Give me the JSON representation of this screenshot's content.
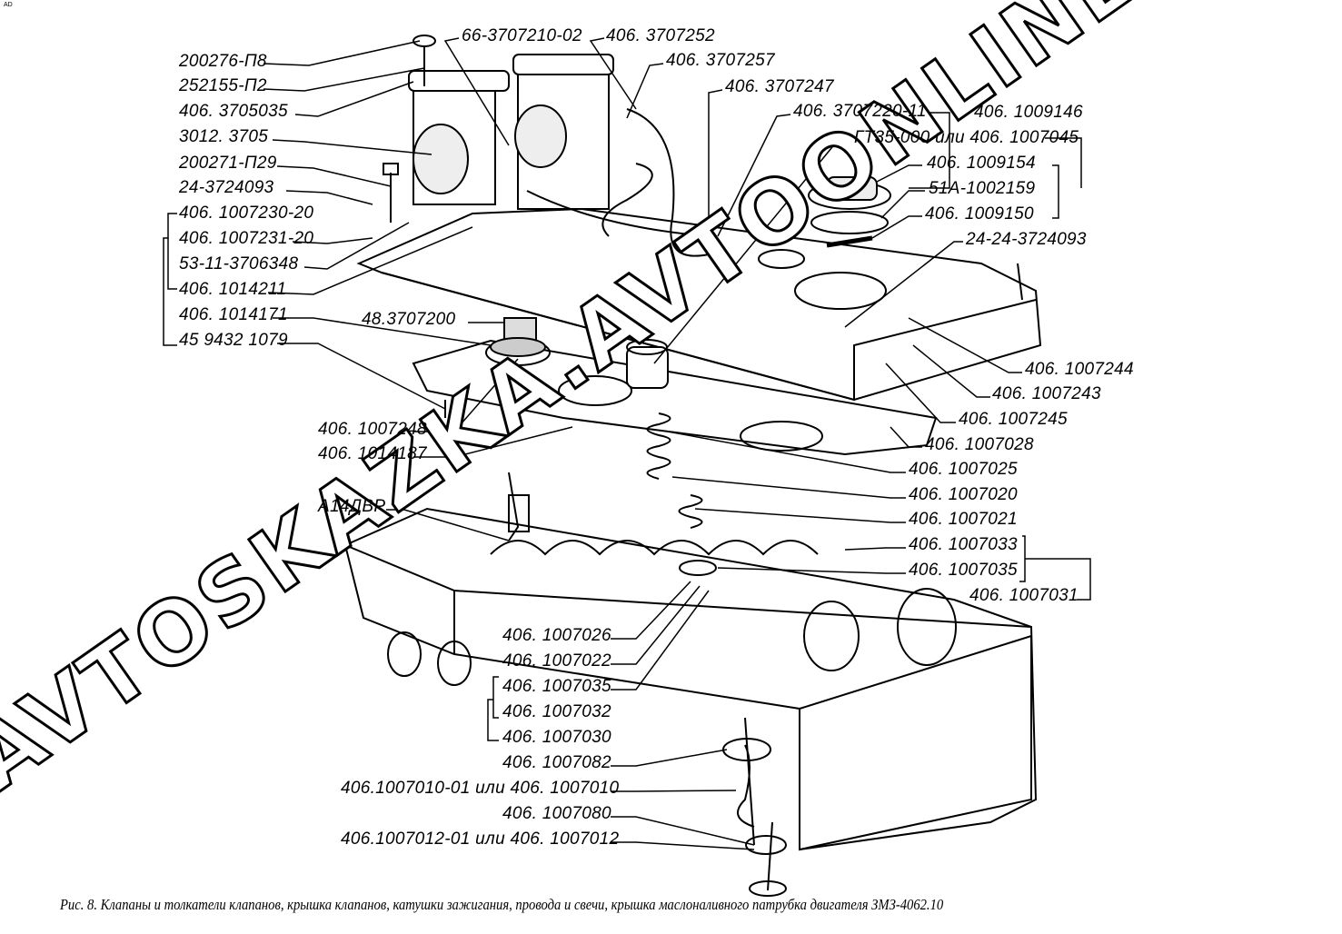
{
  "corner_mark": "AD",
  "watermark": "AVTOSKAZKA.AVTOONLINE",
  "caption": "Рис. 8. Клапаны и толкатели клапанов, крышка клапанов, катушки зажигания, провода и свечи, крышка маслоналивного патрубка двигателя ЗМЗ-4062.10",
  "labels": {
    "l1": "200276-П8",
    "l2": "252155-П2",
    "l3": "406. 3705035",
    "l4": "3012. 3705",
    "l5": "200271-П29",
    "l6": "24-3724093",
    "l7": "406. 1007230-20",
    "l8": "406. 1007231-20",
    "l9": "53-11-3706348",
    "l10": "406. 1014211",
    "l11": "406. 1014171",
    "l12": "45 9432 1079",
    "t1": "66-3707210-02",
    "t2": "406. 3707252",
    "t3": "406. 3707257",
    "t4": "406. 3707247",
    "t5": "406. 3707220-11",
    "t6": "ГТ35-000 или 406. 1007045",
    "t7": "406. 1009146",
    "t8": "406. 1009154",
    "t9": "51А-1002159",
    "t10": "406. 1009150",
    "t11": "24-24-3724093",
    "m1": "48.3707200",
    "m2": "406. 1007248",
    "m3": "406. 1014187",
    "m4": "А14ДВР",
    "r1": "406. 1007244",
    "r2": "406. 1007243",
    "r3": "406. 1007245",
    "r4": "406. 1007028",
    "r5": "406. 1007025",
    "r6": "406. 1007020",
    "r7": "406. 1007021",
    "r8": "406. 1007033",
    "r9": "406. 1007035",
    "r10": "406. 1007031",
    "b1": "406. 1007026",
    "b2": "406. 1007022",
    "b3": "406. 1007035",
    "b4": "406. 1007032",
    "b5": "406. 1007030",
    "b6": "406. 1007082",
    "b7": "406.1007010-01 или 406. 1007010",
    "b8": "406. 1007080",
    "b9": "406.1007012-01 или 406. 1007012"
  }
}
